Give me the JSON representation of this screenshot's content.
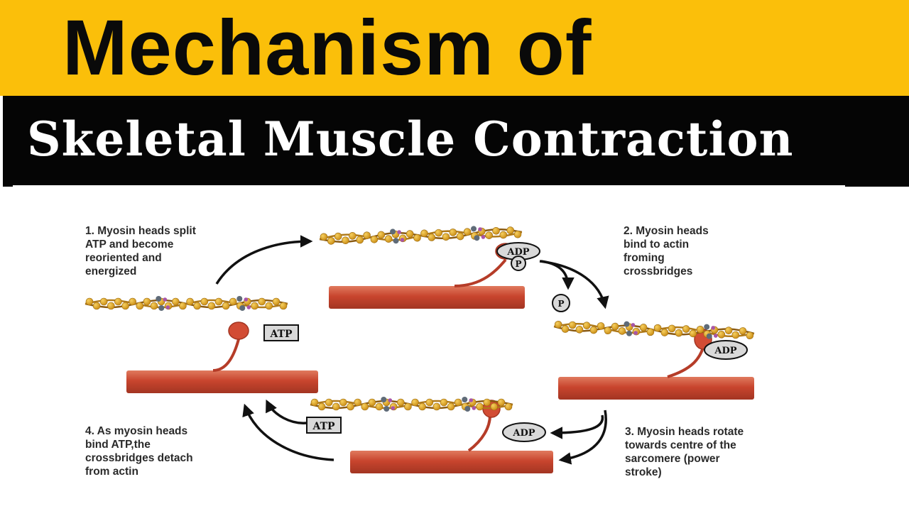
{
  "title": {
    "line1": "Mechanism of",
    "line2": "Skeletal Muscle Contraction"
  },
  "steps": [
    "1. Myosin heads split\nATP and become\nreoriented and\nenergized",
    "2. Myosin heads\nbind to actin\nfroming\ncrossbridges",
    "3. Myosin heads rotate\ntowards centre of the\nsarcomere (power\nstroke)",
    "4. As myosin heads\nbind ATP,the\ncrossbridges detach\nfrom actin"
  ],
  "molecules": {
    "atp": "ATP",
    "adp": "ADP",
    "phosphate": "P"
  },
  "colors": {
    "banner_yellow": "#fbbf0a",
    "banner_black": "#050505",
    "myosin_red": "#c8452e",
    "actin_gold": "#e2a623"
  }
}
